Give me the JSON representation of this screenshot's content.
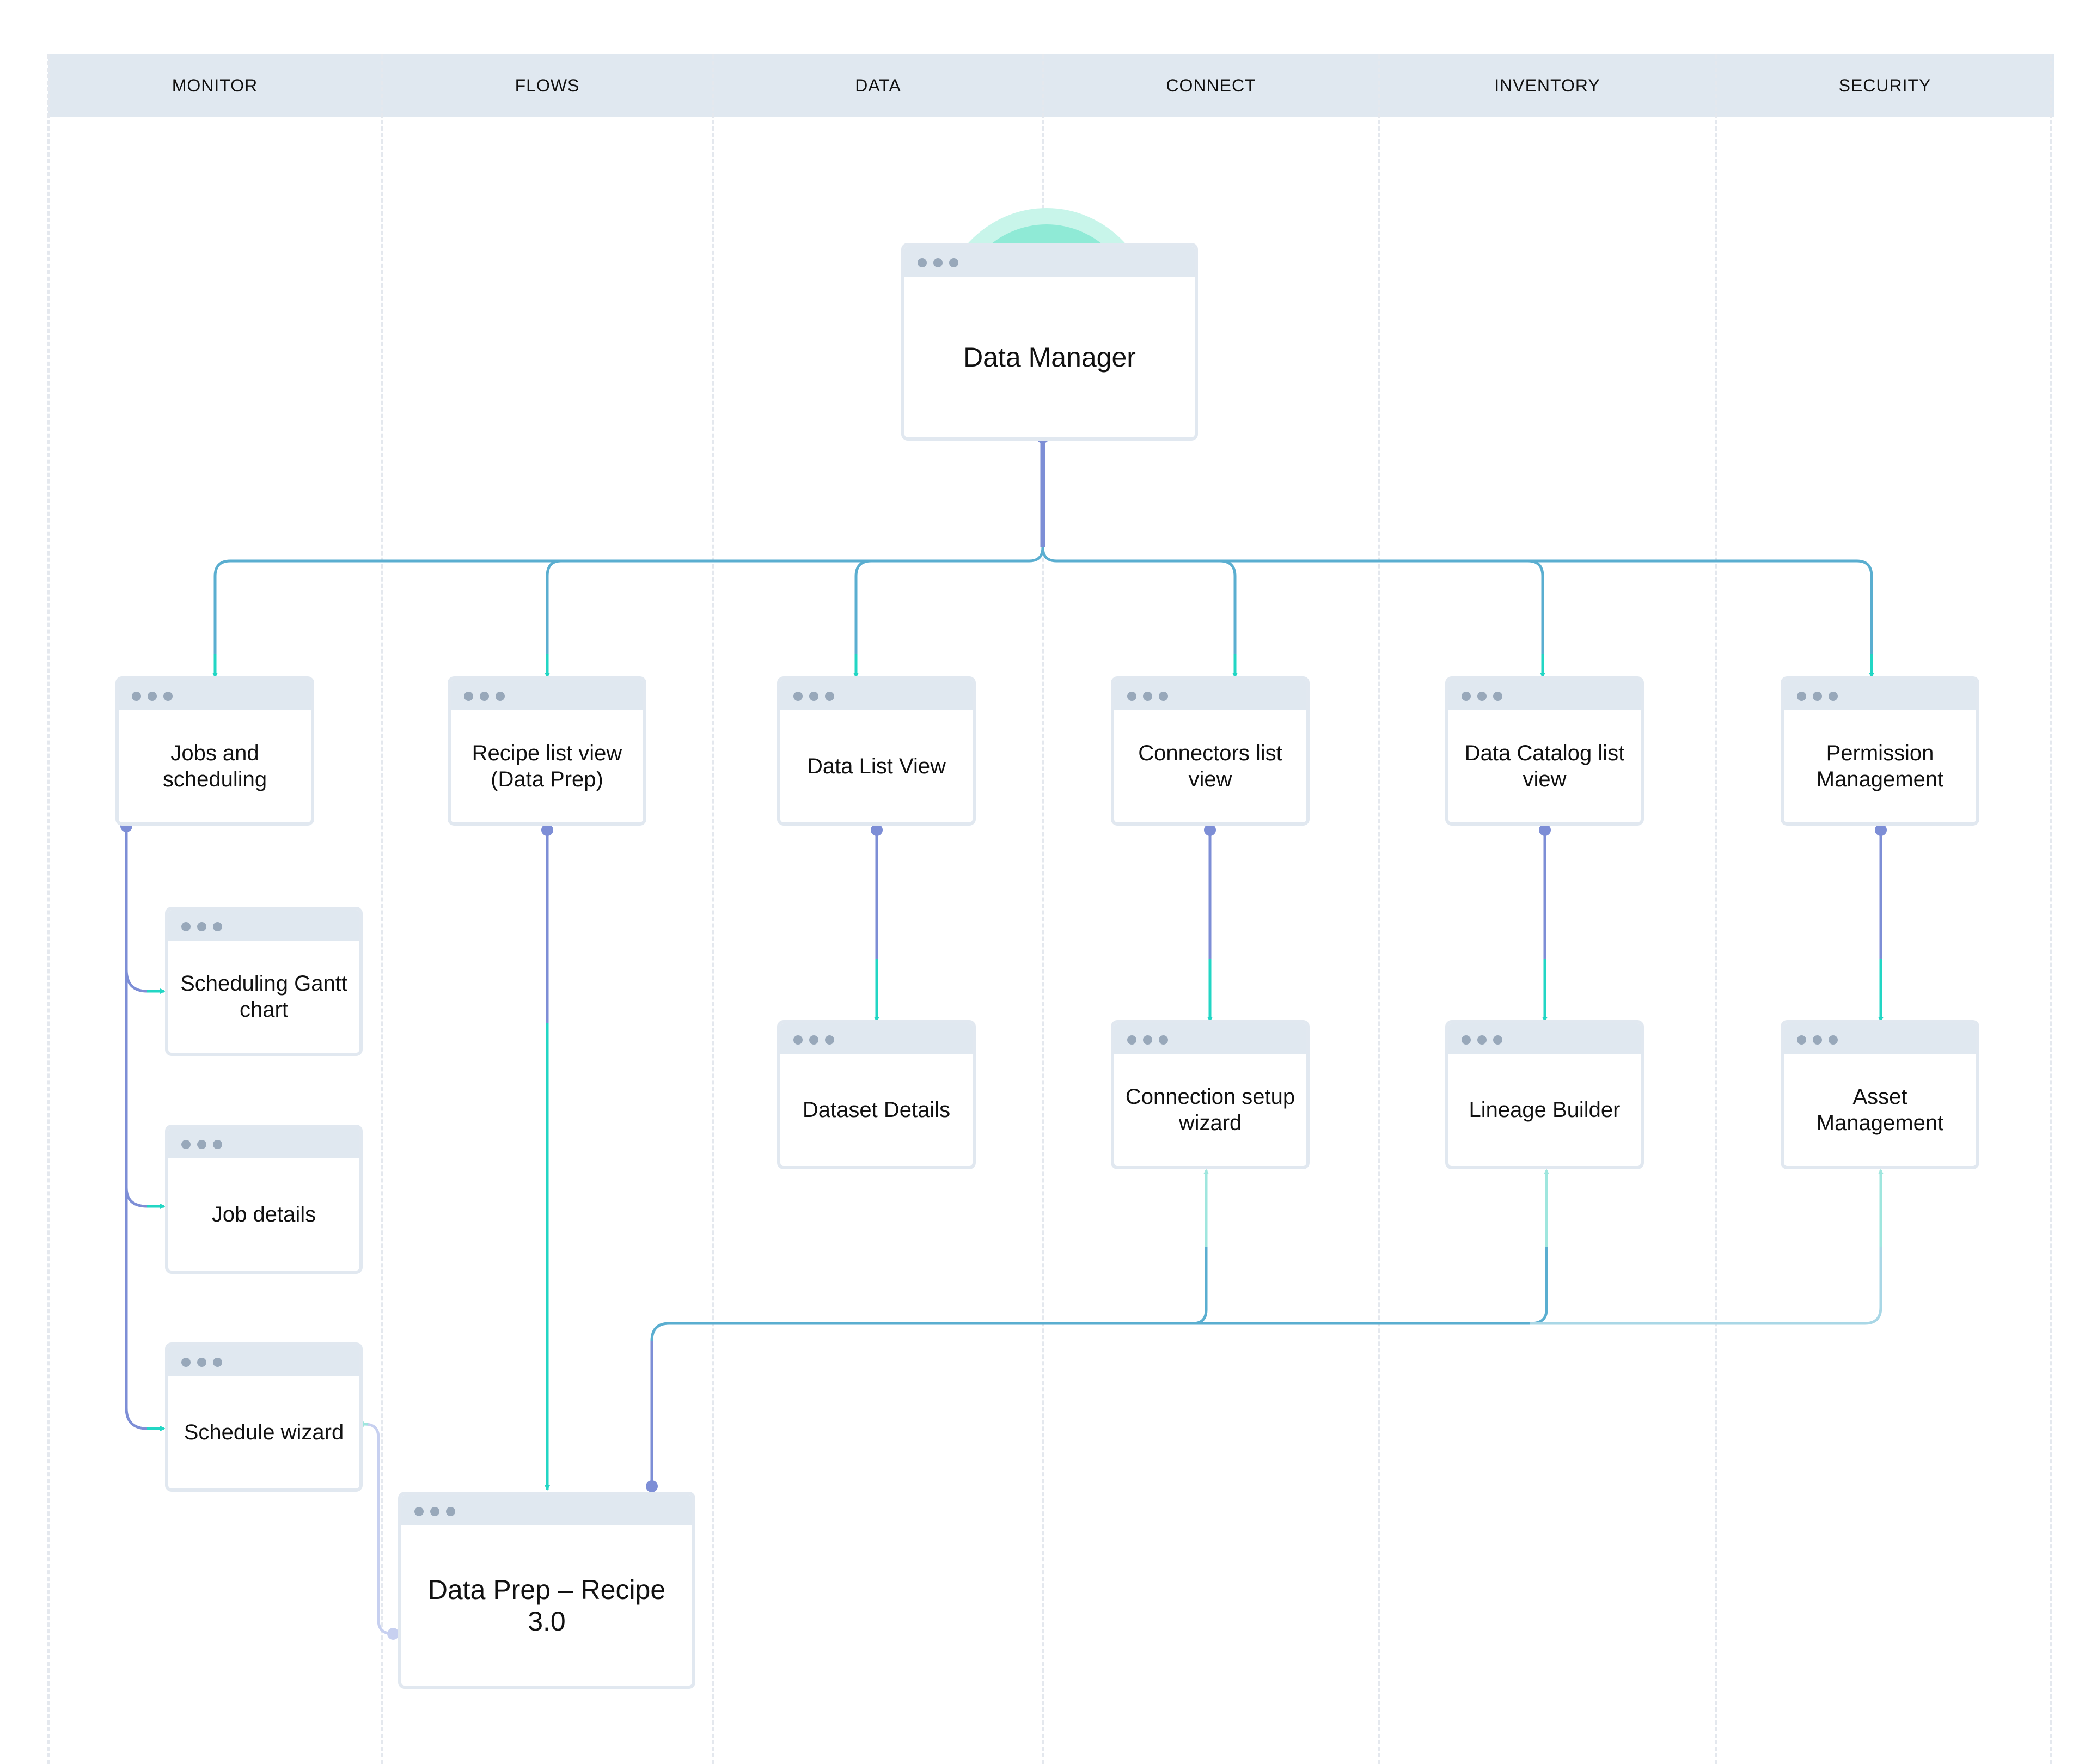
{
  "lanes": [
    {
      "id": "monitor",
      "label": "MONITOR"
    },
    {
      "id": "flows",
      "label": "FLOWS"
    },
    {
      "id": "data",
      "label": "DATA"
    },
    {
      "id": "connect",
      "label": "CONNECT"
    },
    {
      "id": "inventory",
      "label": "INVENTORY"
    },
    {
      "id": "security",
      "label": "SECURITY"
    }
  ],
  "screens": {
    "data_manager": "Data Manager",
    "jobs_scheduling": "Jobs and scheduling",
    "recipe_list": "Recipe list view (Data Prep)",
    "data_list": "Data List View",
    "connectors_list": "Connectors list view",
    "data_catalog": "Data Catalog list view",
    "permission_mgmt": "Permission Management",
    "gantt": "Scheduling Gantt chart",
    "job_details": "Job details",
    "schedule_wizard": "Schedule wizard",
    "dataset_details": "Dataset Details",
    "connection_wizard": "Connection setup wizard",
    "lineage_builder": "Lineage Builder",
    "asset_mgmt": "Asset Management",
    "data_prep_recipe": "Data Prep – Recipe 3.0"
  },
  "colors": {
    "header_bg": "#e0e8f0",
    "node_border": "#e1e8f0",
    "window_dot": "#98a8ba",
    "connector_main": "#5aaed0",
    "connector_trunk": "#7d8ed6",
    "arrow_teal": "#22d6c4",
    "arrow_light": "#9fe6de",
    "glow": "#7ee8d2"
  }
}
